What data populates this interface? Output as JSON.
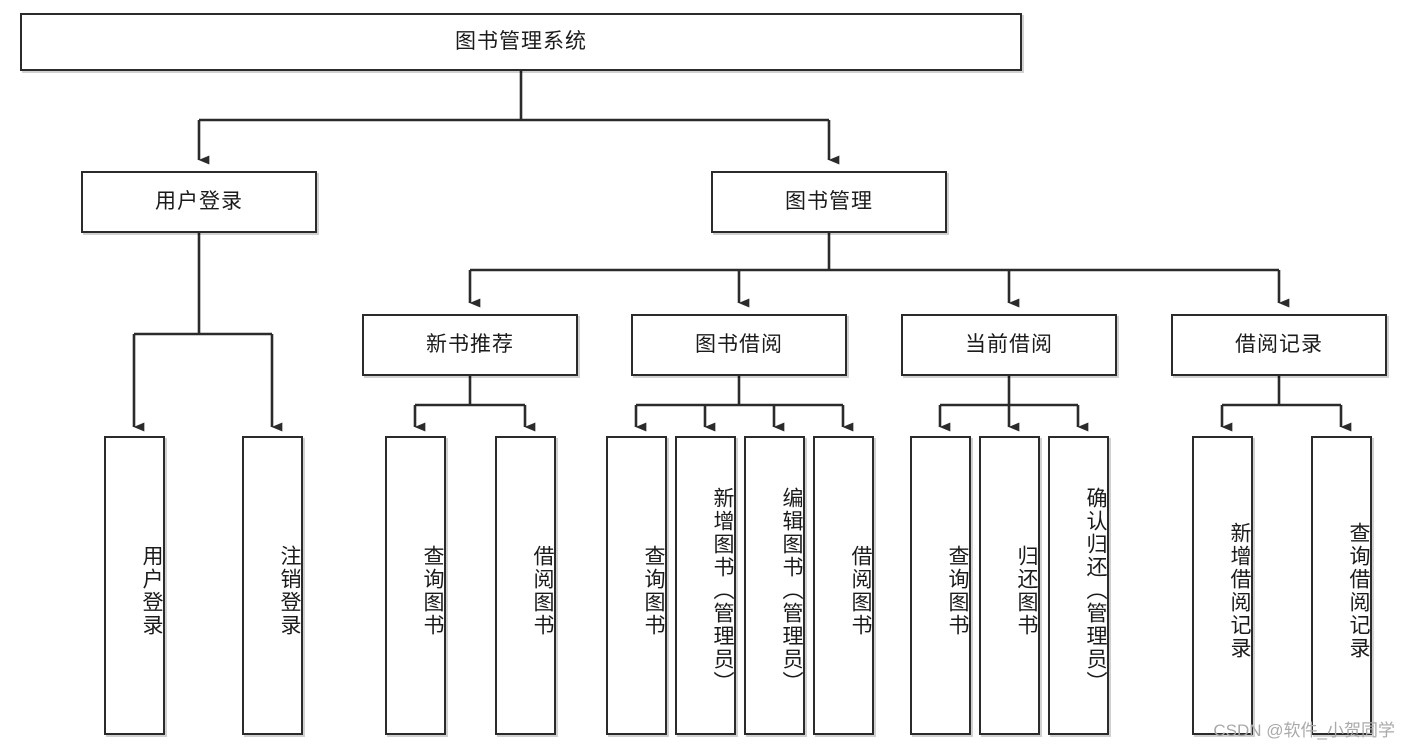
{
  "diagram": {
    "title": "图书管理系统",
    "type": "hierarchy-tree",
    "colors": {
      "box_border": "#2b2b2b",
      "box_fill": "#ffffff",
      "connector": "#2b2b2b",
      "watermark": "#a9a9a9",
      "background": "#ffffff"
    },
    "root": {
      "label": "图书管理系统"
    },
    "level2": [
      {
        "label": "用户登录"
      },
      {
        "label": "图书管理"
      }
    ],
    "level3": [
      {
        "label": "新书推荐"
      },
      {
        "label": "图书借阅"
      },
      {
        "label": "当前借阅"
      },
      {
        "label": "借阅记录"
      }
    ],
    "leaves": {
      "user_login": [
        {
          "label": "用户登录"
        },
        {
          "label": "注销登录"
        }
      ],
      "new_book_recommend": [
        {
          "label": "查询图书"
        },
        {
          "label": "借阅图书"
        }
      ],
      "book_borrow": [
        {
          "label": "查询图书"
        },
        {
          "label": "新增图书（管理员）"
        },
        {
          "label": "编辑图书（管理员）"
        },
        {
          "label": "借阅图书"
        }
      ],
      "current_borrow": [
        {
          "label": "查询图书"
        },
        {
          "label": "归还图书"
        },
        {
          "label": "确认归还（管理员）"
        }
      ],
      "borrow_record": [
        {
          "label": "新增借阅记录"
        },
        {
          "label": "查询借阅记录"
        }
      ]
    }
  },
  "watermark": {
    "text": "CSDN @软件_小贺同学"
  }
}
